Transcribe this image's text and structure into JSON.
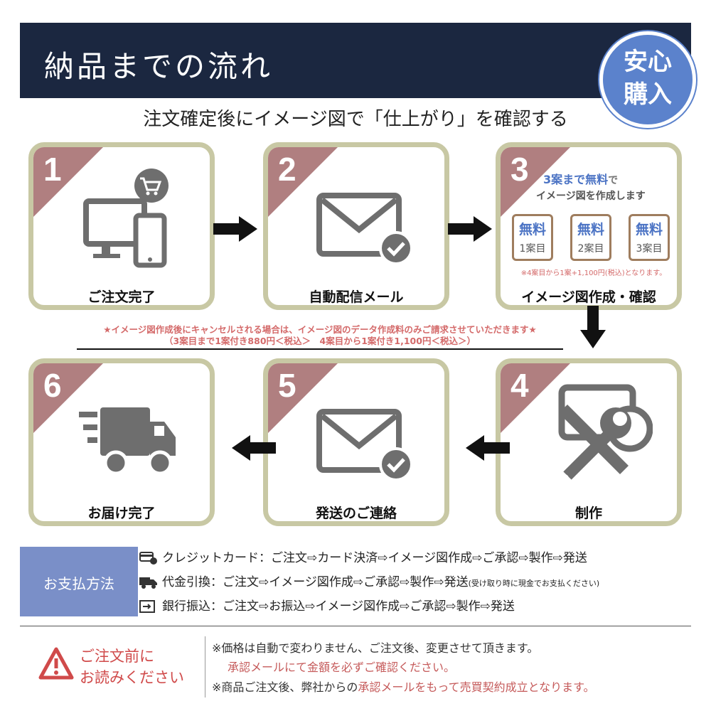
{
  "header": {
    "title": "納品までの流れ",
    "badge": "安心\n購入"
  },
  "subtitle": "注文確定後にイメージ図で「仕上がり」を確認する",
  "steps": [
    {
      "number": "1",
      "label": "ご注文完了"
    },
    {
      "number": "2",
      "label": "自動配信メール"
    },
    {
      "number": "3",
      "label": "イメージ図作成・確認"
    },
    {
      "number": "4",
      "label": "制作"
    },
    {
      "number": "5",
      "label": "発送のご連絡"
    },
    {
      "number": "6",
      "label": "お届け完了"
    }
  ],
  "step3": {
    "headline": "3案まで無料",
    "headline_suffix": "で",
    "subline": "イメージ図を作成します",
    "boxes": [
      {
        "free": "無料",
        "count": "1案目"
      },
      {
        "free": "無料",
        "count": "2案目"
      },
      {
        "free": "無料",
        "count": "3案目"
      }
    ],
    "note": "※4案目から1案+1,100円(税込)となります。"
  },
  "cancel_note": {
    "line1": "★イメージ図作成後にキャンセルされる場合は、イメージ図のデータ作成料のみご請求させていただきます★",
    "line2": "（3案目まで1案付き880円＜税込＞　4案目から1案付き1,100円＜税込＞）"
  },
  "payment": {
    "title": "お支払方法",
    "rows": [
      {
        "icon": "credit-card-icon",
        "text": "クレジットカード：ご注文⇨カード決済⇨イメージ図作成⇨ご承認⇨製作⇨発送",
        "note": ""
      },
      {
        "icon": "cod-truck-icon",
        "text": "代金引換：ご注文⇨イメージ図作成⇨ご承認⇨製作⇨発送",
        "note": "(受け取り時に現金でお支払ください)"
      },
      {
        "icon": "bank-transfer-icon",
        "text": "銀行振込：ご注文⇨お振込⇨イメージ図作成⇨ご承認⇨製作⇨発送",
        "note": ""
      }
    ]
  },
  "notice": {
    "title": "ご注文前に\nお読みください",
    "line1": "※価格は自動で変わりません、ご注文後、変更させて頂きます。",
    "line2": "承認メールにて金額を必ずご確認ください。",
    "line3_a": "※商品ご注文後、弊社からの",
    "line3_b": "承認メールをもって売買契約成立となります。"
  },
  "colors": {
    "navy": "#1b2740",
    "badge_blue": "#5b82cc",
    "card_border": "#c8c8a4",
    "corner_rose": "#b07f80",
    "accent_blue": "#4b73c4",
    "warn_red": "#d04a4a"
  }
}
